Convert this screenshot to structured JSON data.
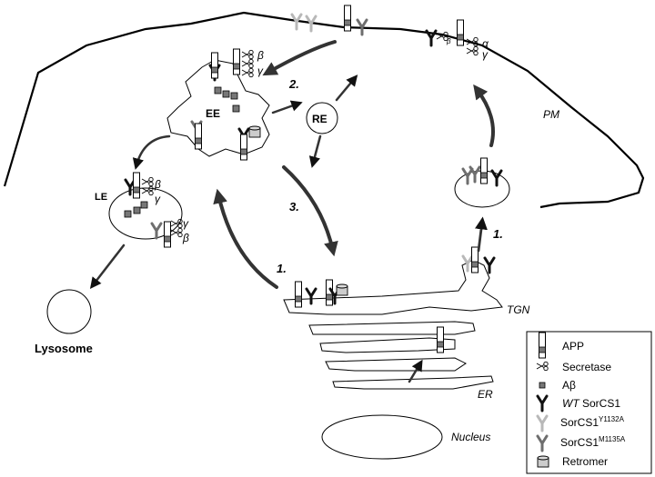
{
  "labels": {
    "pm": "PM",
    "ee": "EE",
    "re": "RE",
    "le": "LE",
    "lysosome": "Lysosome",
    "tgn": "TGN",
    "er": "ER",
    "nucleus": "Nucleus",
    "step1a": "1.",
    "step1b": "1.",
    "step2": "2.",
    "step3": "3."
  },
  "greek": {
    "alpha": "α",
    "beta": "β",
    "gamma": "γ"
  },
  "legend": {
    "app": "APP",
    "secretase": "Secretase",
    "abeta": "Aβ",
    "wt_prefix": "WT",
    "wt_rest": " SorCS1",
    "y_base": "SorCS1",
    "y_sup": "Y1132A",
    "m_base": "SorCS1",
    "m_sup": "M1135A",
    "retromer": "Retromer"
  },
  "colors": {
    "wt": "#111111",
    "y1132a": "#b8b8b8",
    "m1135a": "#6e6e6e",
    "abeta": "#777777",
    "line": "#000000",
    "arrow": "#333333"
  }
}
